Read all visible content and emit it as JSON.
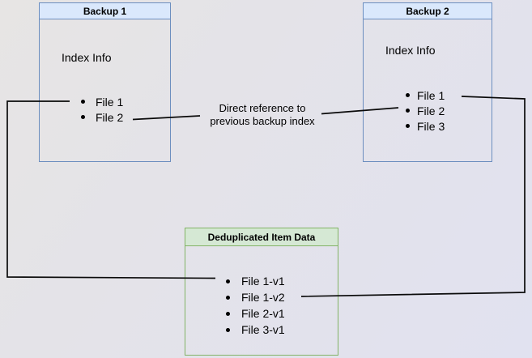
{
  "backup1": {
    "title": "Backup 1",
    "section_label": "Index Info",
    "files": [
      "File 1",
      "File 2"
    ]
  },
  "backup2": {
    "title": "Backup 2",
    "section_label": "Index Info",
    "files": [
      "File 1",
      "File 2",
      "File 3"
    ]
  },
  "dedup_store": {
    "title": "Deduplicated Item Data",
    "files": [
      "File 1-v1",
      "File 1-v2",
      "File 2-v1",
      "File 3-v1"
    ]
  },
  "annotation": {
    "line1": "Direct reference to",
    "line2": "previous backup index"
  },
  "colors": {
    "backup_header_fill": "#dae8fc",
    "backup_border": "#6c8ebf",
    "dedup_header_fill": "#d5e8d4",
    "dedup_border": "#82b366",
    "connector": "#000000"
  }
}
